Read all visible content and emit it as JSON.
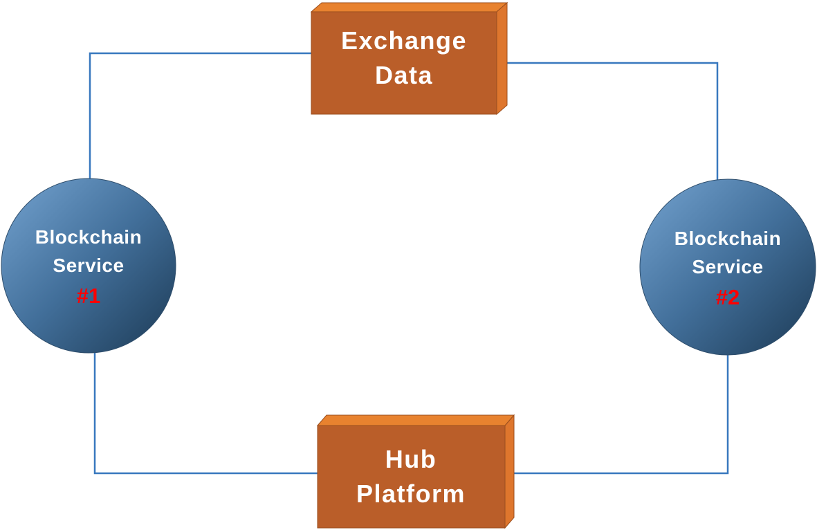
{
  "colors": {
    "background": "#FFFFFF",
    "connector": "#3878BE",
    "box_front": "#BA5E29",
    "box_top": "#E8822F",
    "box_side": "#DE762D",
    "box_edge": "#9A4E1E",
    "sphere_light": "#74A3D0",
    "sphere_mid": "#426F9A",
    "sphere_dark": "#1C3A55",
    "sphere_edge": "#2E4D6B",
    "label_text": "#FFFFFF",
    "number_text": "#FF0000"
  },
  "nodes": {
    "exchange_data": {
      "line1": "Exchange",
      "line2": "Data"
    },
    "hub_platform": {
      "line1": "Hub",
      "line2": "Platform"
    },
    "blockchain_service_1": {
      "line1": "Blockchain",
      "line2": "Service",
      "number": "#1"
    },
    "blockchain_service_2": {
      "line1": "Blockchain",
      "line2": "Service",
      "number": "#2"
    }
  }
}
